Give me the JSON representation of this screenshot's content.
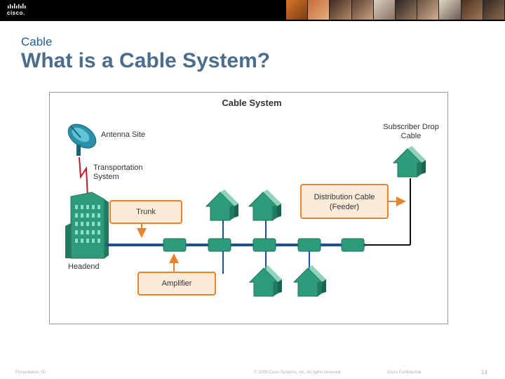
{
  "header": {
    "logo_text": "cisco."
  },
  "section_label": "Cable",
  "page_title": "What is a Cable System?",
  "diagram": {
    "title": "Cable System",
    "antenna_label": "Antenna Site",
    "transport_label_1": "Transportation",
    "transport_label_2": "System",
    "headend_label": "Headend",
    "trunk_label": "Trunk",
    "amplifier_label": "Amplifier",
    "distribution_label_1": "Distribution Cable",
    "distribution_label_2": "(Feeder)",
    "subscriber_label_1": "Subscriber Drop",
    "subscriber_label_2": "Cable"
  },
  "footer": {
    "left": "Presentation_ID",
    "center": "© 2008 Cisco Systems, Inc. All rights reserved.",
    "right": "Cisco Confidential",
    "page": "14"
  },
  "colors": {
    "title": "#4a6d8c",
    "section": "#1f5f8f",
    "callout_border": "#e8822c",
    "callout_fill": "#fdebd9",
    "house": "#2e9b7a",
    "cable": "#1d4e9a"
  }
}
